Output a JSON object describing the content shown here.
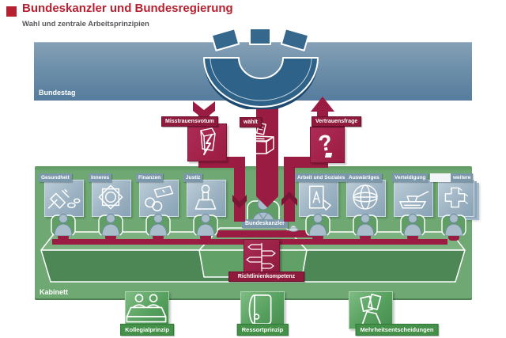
{
  "header": {
    "title": "Bundeskanzler und Bundesregierung",
    "subtitle": "Wahl und zentrale Arbeitsprinzipien"
  },
  "bundestag": {
    "label": "Bundestag"
  },
  "arrows": {
    "misstrauensvotum": {
      "label": "Misstrauensvotum",
      "icon": "broken-gavel-lightning-icon",
      "direction": "down"
    },
    "waehlt": {
      "label": "wählt",
      "icon": "ballot-box-icon",
      "direction": "down"
    },
    "vertrauensfrage": {
      "label": "Vertrauensfrage",
      "icon": "question-mark-icon",
      "direction": "up"
    }
  },
  "kabinett": {
    "label": "Kabinett",
    "chancellor": {
      "label": "Bundeskanzler",
      "icon": "person-icon",
      "bell_icon": "bell-icon"
    },
    "richtlinienkompetenz": {
      "label": "Richtlinienkompetenz",
      "icon": "signpost-icon"
    },
    "ministries": [
      {
        "label": "Gesundheit",
        "icon": "syringe-icon"
      },
      {
        "label": "Inneres",
        "icon": "police-star-icon"
      },
      {
        "label": "Finanzen",
        "icon": "money-icon"
      },
      {
        "label": "Justiz",
        "icon": "justice-icon"
      },
      {
        "label": "Arbeit und Soziales",
        "icon": "social-box-icon"
      },
      {
        "label": "Auswärtiges",
        "icon": "globe-icon"
      },
      {
        "label": "Verteidigung",
        "icon": "tank-icon"
      },
      {
        "label": "weitere",
        "icon": "plus-icon"
      }
    ]
  },
  "principles": [
    {
      "label": "Kollegialprinzip",
      "icon": "committee-table-icon"
    },
    {
      "label": "Ressortprinzip",
      "icon": "binder-icon"
    },
    {
      "label": "Mehrheitsentscheidungen",
      "icon": "hand-vote-icon"
    }
  ],
  "colors": {
    "accent_red": "#b5212e",
    "arrow_crimson": "#9b1c42",
    "bundestag_blue": "#567c9e",
    "parliament_blue": "#2e6288",
    "cabinet_green": "#6fa873",
    "tile_bluegray": "#9db3c3",
    "principle_green": "#56a05e"
  }
}
